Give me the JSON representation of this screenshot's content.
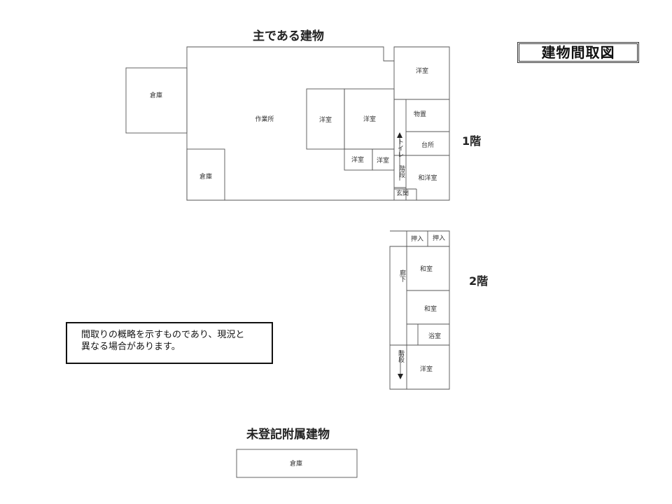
{
  "headings": {
    "main_building": "主である建物",
    "annex": "未登記附属建物"
  },
  "page_title": "建物間取図",
  "floors": {
    "first": "1階",
    "second": "2階"
  },
  "note": "間取りの概略を示すものであり、現況と\n異なる場合があります。",
  "rooms": {
    "storage_left": "倉庫",
    "storage_bottom": "倉庫",
    "workshop": "作業所",
    "western_1": "洋室",
    "western_2": "洋室",
    "western_3": "洋室",
    "western_4": "洋室",
    "western_top_right": "洋室",
    "storeroom": "物置",
    "kitchen": "台所",
    "toilet": "トイレ",
    "stairs_1f": "階段",
    "japanese_western": "和洋室",
    "entrance": "玄関",
    "closet_1": "押入",
    "closet_2": "押入",
    "japanese_1": "和室",
    "japanese_2": "和室",
    "corridor": "廊下",
    "bath": "浴室",
    "stairs_2f": "階段",
    "western_2f": "洋室",
    "annex_storage": "倉庫"
  }
}
